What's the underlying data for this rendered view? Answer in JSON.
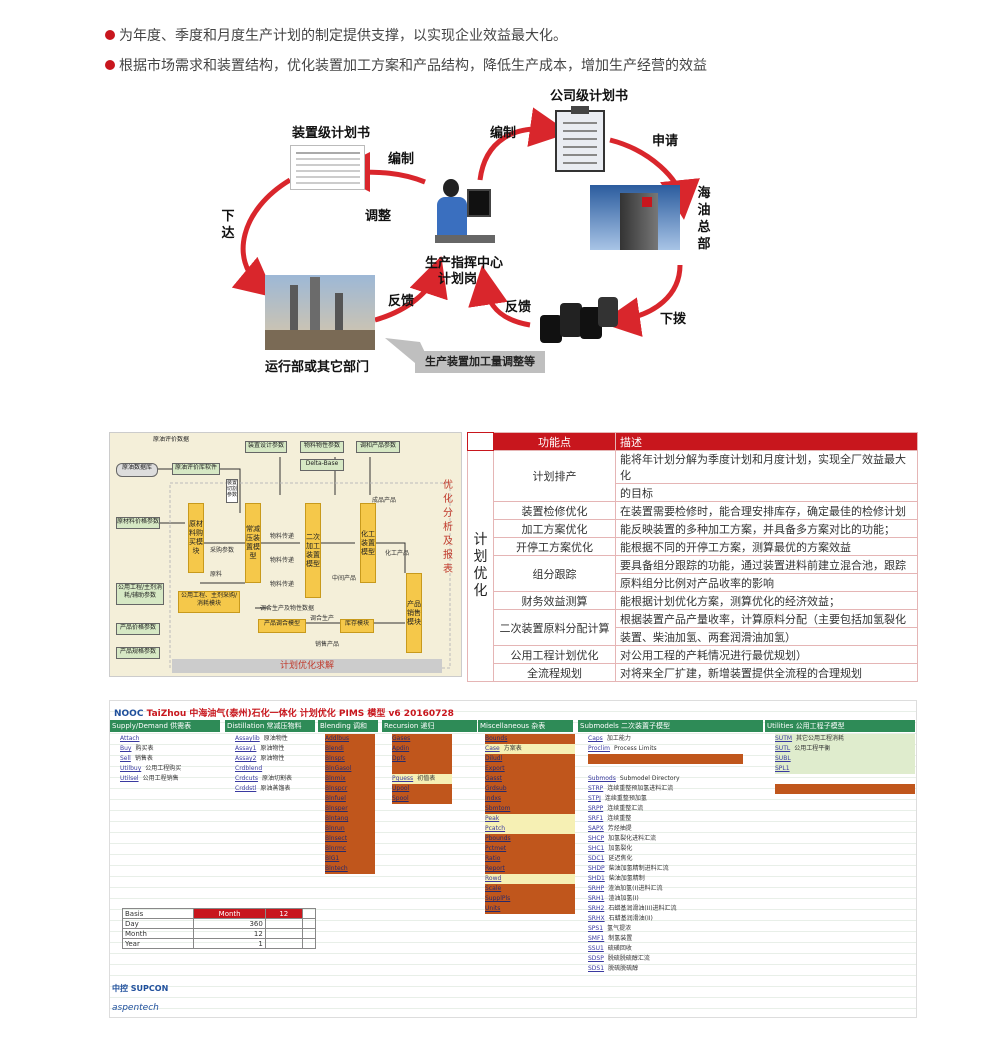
{
  "bullets": [
    "为年度、季度和月度生产计划的制定提供支撑，以实现企业效益最大化。",
    "根据市场需求和装置结构，优化装置加工方案和产品结构，降低生产成本，增加生产经营的效益"
  ],
  "colors": {
    "accent": "#c8161d",
    "arrow": "#d9262c",
    "sheet_header": "#2e8b57",
    "sheet_orange": "#c0561c"
  },
  "diagram": {
    "company_plan": "公司级计划书",
    "unit_plan": "装置级计划书",
    "hq_label": "海油总部",
    "center_label_1": "生产指挥中心",
    "center_label_2": "计划岗",
    "ops_label": "运行部或其它部门",
    "adjust_box": "生产装置加工量调整等",
    "edges": {
      "compile_left": "编制",
      "compile_top": "编制",
      "apply": "申请",
      "adjust": "调整",
      "issue": "下达",
      "feedback_left": "反馈",
      "feedback_right": "反馈",
      "allocate": "下拨"
    },
    "icons": [
      "clipboard-icon",
      "building-icon",
      "oil-barrels-icon",
      "refinery-icon",
      "operator-icon",
      "document-icon"
    ]
  },
  "flow": {
    "side_title": "优化分析及报表",
    "footer": "计划优化求解",
    "boxes": {
      "crude_props": "原油评价数据",
      "crude_db": "原油数据库",
      "crude_lib": "原油评价库软件",
      "unit_params": "装置设计参数",
      "material_props": "物料物性参数",
      "delta_base": "Delta-Base",
      "blend_params": "调和产品参数",
      "other_params": "原材料价格参数",
      "util_params": "公用工程/主剂消耗/辅助参数",
      "price_params": "产品价格参数",
      "product_params": "产品规格参数",
      "feed_model": "原材料购买模块",
      "primary_model": "常减压装置模型",
      "secondary_model": "二次加工装置模型",
      "chem_model": "化工装置模型",
      "product_model": "产品销售模块",
      "util_model": "公用工程、主剂采购/消耗模块",
      "blend_model": "产品调合模型",
      "inventory_model": "库存模块",
      "ref_params": "装置切割参数"
    },
    "edge_labels": [
      "采购参数",
      "原料",
      "物料传递",
      "物料传递",
      "物料传递",
      "中间产品",
      "化工产品",
      "成品产品",
      "调合生产及物性数据",
      "调合生产",
      "销售产品"
    ]
  },
  "features": {
    "header_feature": "功能点",
    "header_desc": "描述",
    "category": "计划优化",
    "rows": [
      {
        "feature": "计划排产",
        "desc": "能将年计划分解为季度计划和月度计划，实现全厂效益最大化",
        "desc2": "的目标"
      },
      {
        "feature": "装置检修优化",
        "desc": "在装置需要检修时，能合理安排库存，确定最佳的检修计划"
      },
      {
        "feature": "加工方案优化",
        "desc": "能反映装置的多种加工方案，并具备多方案对比的功能；"
      },
      {
        "feature": "开停工方案优化",
        "desc": "能根据不同的开停工方案，测算最优的方案效益"
      },
      {
        "feature": "组分跟踪",
        "desc": "要具备组分跟踪的功能，通过装置进料前建立混合池，跟踪",
        "desc2": "原料组分比例对产品收率的影响"
      },
      {
        "feature": "财务效益测算",
        "desc": "能根据计划优化方案，测算优化的经济效益；"
      },
      {
        "feature": "二次装置原料分配计算",
        "desc": "根据装置产品产量收率，计算原料分配（主要包括加氢裂化",
        "desc2": "装置、柴油加氢、两套润滑油加氢）"
      },
      {
        "feature": "公用工程计划优化",
        "desc": "对公用工程的产耗情况进行最优规划）"
      },
      {
        "feature": "全流程规划",
        "desc": "对将来全厂扩建，新增装置提供全流程的合理规划"
      }
    ]
  },
  "sheet": {
    "title_prefix": "NOOC",
    "title_loc": "TaiZhou",
    "title_main": "中海油气(泰州)石化一体化 计划优化 PIMS 模型 v6 20160728",
    "headers": [
      "Supply/Demand 供需表",
      "Distillation 常减压物料",
      "Blending 调和",
      "Recursion 递归",
      "Miscellaneous 杂表",
      "Submodels 二次装置子模型",
      "Utilities 公用工程子模型"
    ],
    "col1": [
      [
        "Attach",
        ""
      ],
      [
        "Buy",
        "购买表"
      ],
      [
        "Sell",
        "销售表"
      ],
      [
        "Utilbuy",
        "公用工程购买"
      ],
      [
        "Utilsel",
        "公用工程销售"
      ]
    ],
    "col2": [
      [
        "Assaylib",
        "原油物性"
      ],
      [
        "Assay1",
        "原油物性"
      ],
      [
        "Assay2",
        "原油物性"
      ],
      [
        "Crdblend",
        ""
      ],
      [
        "Crdcuts",
        "原油切割表"
      ],
      [
        "Crddstl",
        "原油蒸馏表"
      ]
    ],
    "col3": [
      "Addlbus",
      "Blendi",
      "Blnspc",
      "BlnGasol",
      "Blnmix",
      "Blnspcr",
      "Blnfuel",
      "Blnsper",
      "Blntanq",
      "Blnrun",
      "Blnsect",
      "Blnrmc",
      "BlG1",
      "Blntech"
    ],
    "col4": [
      [
        "Gases",
        ""
      ],
      [
        "Apdin",
        ""
      ],
      [
        "Dpfs",
        ""
      ],
      [
        "",
        ""
      ],
      [
        "Pguess",
        "初值表"
      ],
      [
        "Upool",
        ""
      ],
      [
        "Spool",
        ""
      ]
    ],
    "col5": [
      [
        "Bounds",
        ""
      ],
      [
        "Case",
        "方案表"
      ],
      [
        "Diludl",
        ""
      ],
      [
        "Export",
        ""
      ],
      [
        "Gasst",
        ""
      ],
      [
        "Grdsub",
        ""
      ],
      [
        "Indxs",
        ""
      ],
      [
        "Sbmtom",
        ""
      ],
      [
        "Peak",
        ""
      ],
      [
        "Pcatch",
        ""
      ],
      [
        "Pbounds",
        ""
      ],
      [
        "Pctmet",
        ""
      ],
      [
        "Ratio",
        ""
      ],
      [
        "Report",
        ""
      ],
      [
        "Rowd",
        ""
      ],
      [
        "Scale",
        ""
      ],
      [
        "SupplPls",
        ""
      ],
      [
        "Units",
        ""
      ]
    ],
    "col6": [
      [
        "Caps",
        "加工能力"
      ],
      [
        "Proclim",
        "Process Limits"
      ],
      [
        "",
        ""
      ],
      [
        "",
        ""
      ],
      [
        "Submods",
        "Submodel Directory"
      ],
      [
        "STRP",
        "连续重整预加氢进料汇流"
      ],
      [
        "STPJ",
        "连续重整预加氢"
      ],
      [
        "SRPP",
        "连续重整汇流"
      ],
      [
        "SRF1",
        "连续重整"
      ],
      [
        "SAPX",
        "芳烃抽提"
      ],
      [
        "SHCP",
        "加氢裂化进料汇流"
      ],
      [
        "SHC1",
        "加氢裂化"
      ],
      [
        "SDC1",
        "延迟焦化"
      ],
      [
        "SHDP",
        "柴油加氢精制进料汇流"
      ],
      [
        "SHD1",
        "柴油加氢精制"
      ],
      [
        "SRHP",
        "渣油加氢(I)进料汇流"
      ],
      [
        "SRH1",
        "渣油加氢(I)"
      ],
      [
        "SRH2",
        "石蜡基润滑油(II)进料汇流"
      ],
      [
        "SRHX",
        "石蜡基润滑油(II)"
      ],
      [
        "SPS1",
        "氢气提浓"
      ],
      [
        "SMF1",
        "制氢装置"
      ],
      [
        "SSU1",
        "硫磺回收"
      ],
      [
        "SDSP",
        "脱硫脱硫醇汇流"
      ],
      [
        "SDS1",
        "脱硫脱硫醇"
      ]
    ],
    "col7": [
      [
        "SUTM",
        "其它公用工程消耗"
      ],
      [
        "SUTL",
        "公用工程平衡"
      ],
      [
        "SUBL",
        ""
      ],
      [
        "SPL1",
        ""
      ],
      [
        "",
        ""
      ],
      [
        "",
        ""
      ]
    ],
    "basis": {
      "label": "Basis",
      "unit": "Month",
      "count": "12",
      "rows": [
        [
          "Day",
          "360"
        ],
        [
          "Month",
          "12"
        ],
        [
          "Year",
          "1"
        ]
      ]
    },
    "logo_supcon": "中控 SUPCON",
    "logo_aspen": "aspentech"
  }
}
